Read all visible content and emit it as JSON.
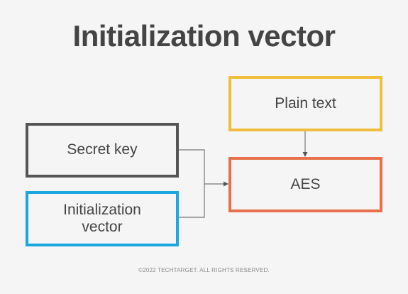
{
  "title": "Initialization vector",
  "nodes": {
    "secret_key": {
      "label": "Secret key",
      "color": "#555555"
    },
    "initialization_vector": {
      "label": "Initialization\nvector",
      "color": "#1aa7e0"
    },
    "plain_text": {
      "label": "Plain text",
      "color": "#f0bd3c"
    },
    "aes": {
      "label": "AES",
      "color": "#e8704a"
    }
  },
  "footer": "©2022 TECHTARGET. ALL RIGHTS RESERVED."
}
